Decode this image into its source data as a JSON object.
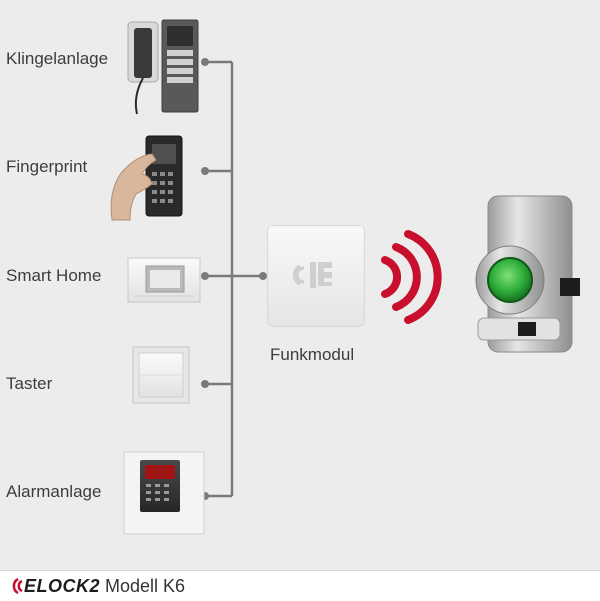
{
  "inputs": [
    {
      "id": "klingelanlage",
      "label": "Klingelanlage",
      "icon": "intercom-icon"
    },
    {
      "id": "fingerprint",
      "label": "Fingerprint",
      "icon": "fingerprint-reader-icon"
    },
    {
      "id": "smarthome",
      "label": "Smart Home",
      "icon": "smart-home-panel-icon"
    },
    {
      "id": "taster",
      "label": "Taster",
      "icon": "push-button-icon"
    },
    {
      "id": "alarmanlage",
      "label": "Alarmanlage",
      "icon": "alarm-keypad-icon"
    }
  ],
  "module": {
    "label": "Funkmodul",
    "icon": "radio-module-icon"
  },
  "lock": {
    "icon": "elock2-lock-icon"
  },
  "signal": {
    "icon": "wireless-signal-icon",
    "color": "#c8102e"
  },
  "footer": {
    "brand": "ELOCK2",
    "model": "Modell K6"
  },
  "colors": {
    "line": "#7a7a7a",
    "accent": "#c8102e",
    "background": "#ececec"
  }
}
